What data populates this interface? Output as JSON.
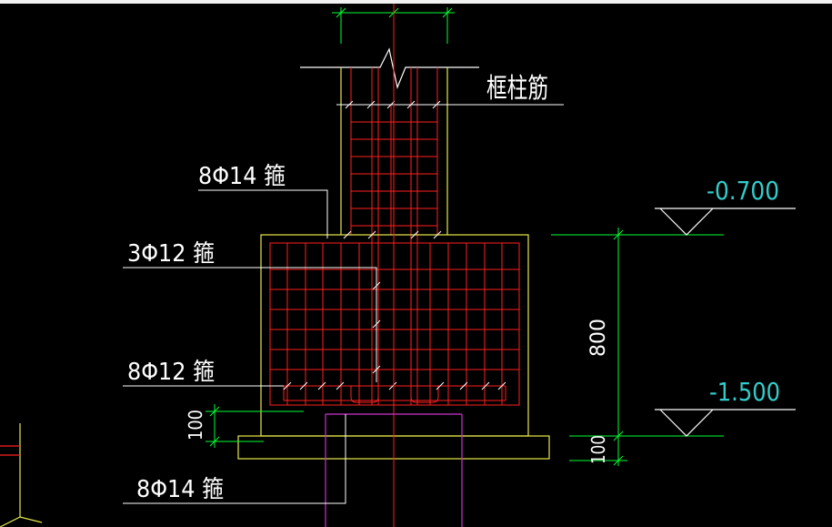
{
  "colors": {
    "background": "#000000",
    "concrete_outline": "#e8e84a",
    "rebar": "#ff2020",
    "dimension": "#00ff33",
    "elevation_text": "#33cccc",
    "label_text": "#ffffff",
    "leader": "#ffffff",
    "pile": "#cc33cc"
  },
  "labels": {
    "column_rebar": "框柱筋",
    "column_stirrup": "8Φ14 箍",
    "cap_top_bars": "3Φ12 箍",
    "cap_bottom_bars": "8Φ12 箍",
    "pile_stirrup": "8Φ14 箍"
  },
  "elevations": {
    "top": "-0.700",
    "bottom": "-1.500"
  },
  "dimensions": {
    "cap_height": "800",
    "cover_left": "100",
    "cushion_right": "100"
  },
  "icons": {
    "break_line": "zigzag-break-icon",
    "elevation_marker": "elevation-triangle-icon"
  }
}
